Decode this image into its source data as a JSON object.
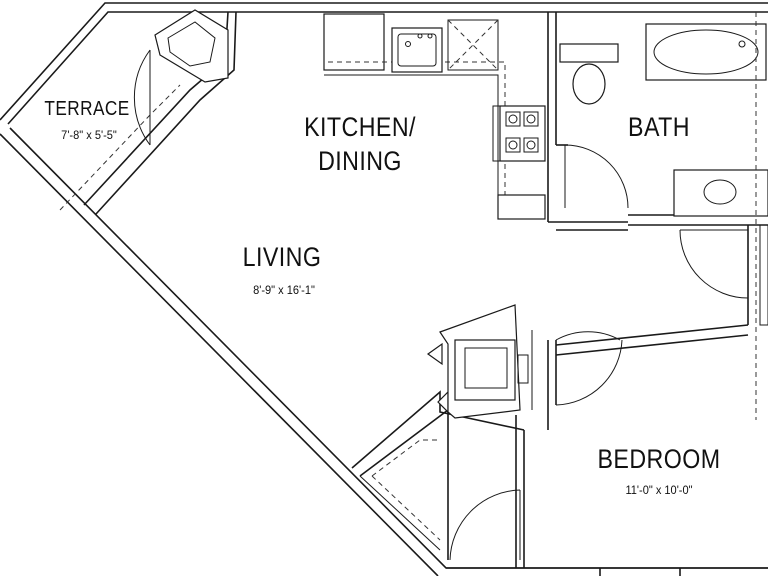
{
  "rooms": {
    "terrace": {
      "name": "TERRACE",
      "dims": "7'-8\" x 5'-5\""
    },
    "kitchen": {
      "name_line1": "KITCHEN/",
      "name_line2": "DINING"
    },
    "bath": {
      "name": "BATH"
    },
    "living": {
      "name": "LIVING",
      "dims": "8'-9\" x 16'-1\""
    },
    "bedroom": {
      "name": "BEDROOM",
      "dims": "11'-0\" x 10'-0\""
    }
  }
}
